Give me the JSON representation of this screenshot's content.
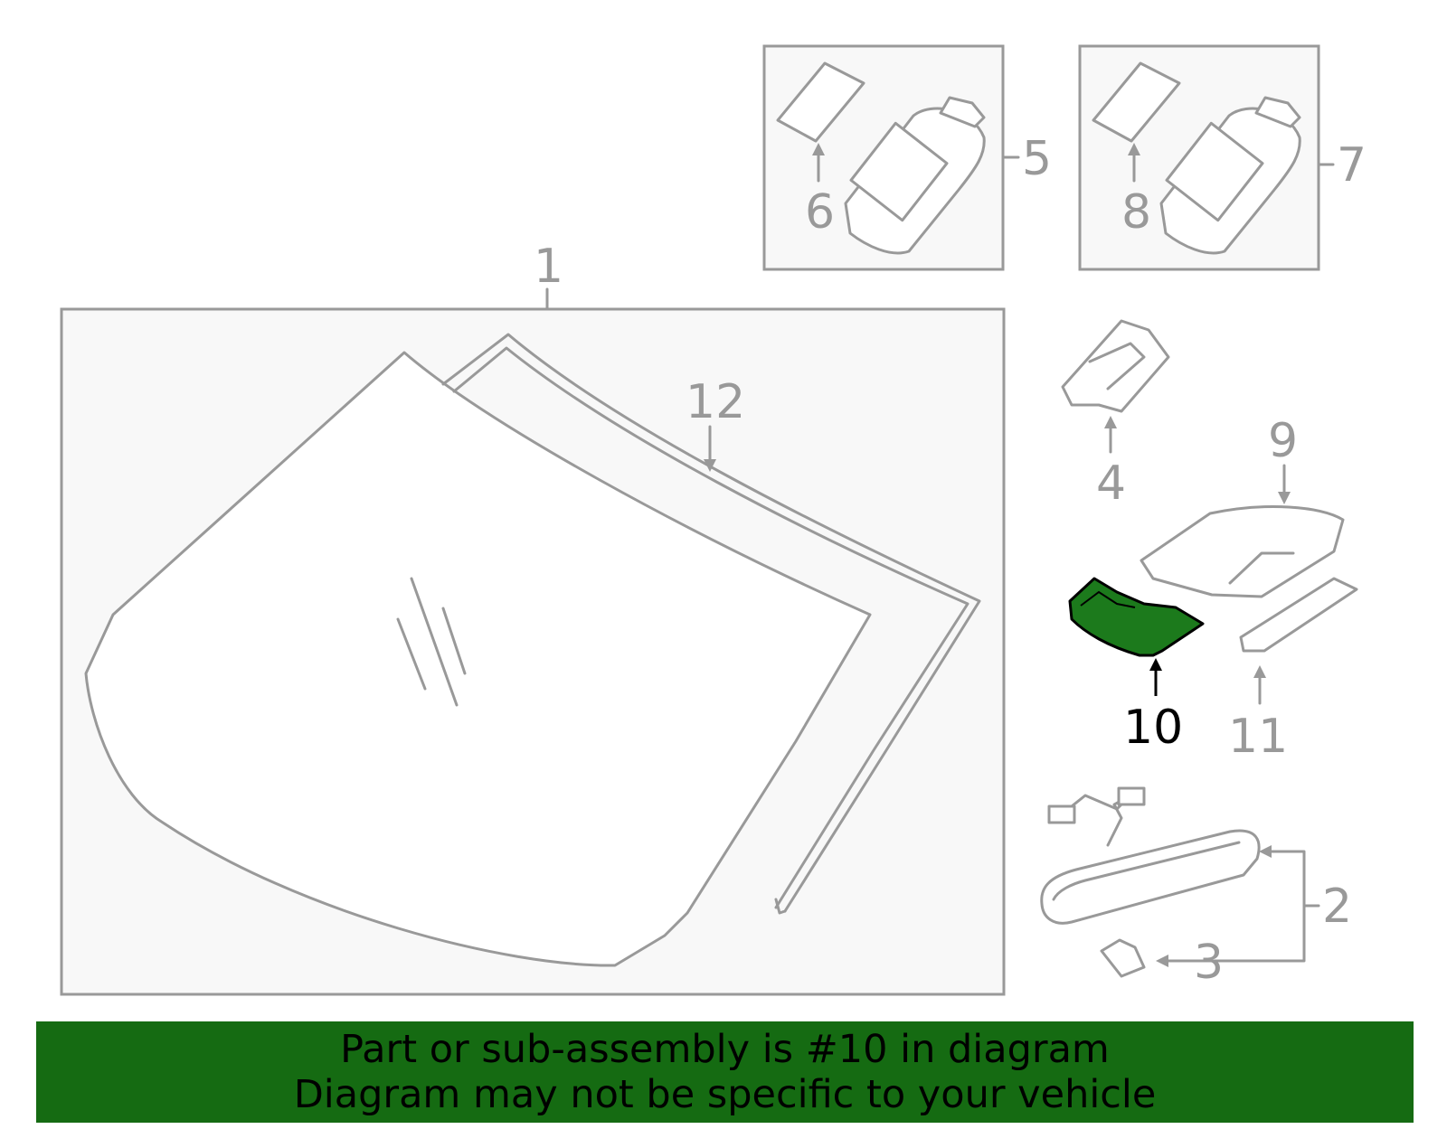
{
  "diagram": {
    "callouts": [
      {
        "id": "1",
        "label": "1",
        "highlight": false
      },
      {
        "id": "2",
        "label": "2",
        "highlight": false
      },
      {
        "id": "3",
        "label": "3",
        "highlight": false
      },
      {
        "id": "4",
        "label": "4",
        "highlight": false
      },
      {
        "id": "5",
        "label": "5",
        "highlight": false
      },
      {
        "id": "6",
        "label": "6",
        "highlight": false
      },
      {
        "id": "7",
        "label": "7",
        "highlight": false
      },
      {
        "id": "8",
        "label": "8",
        "highlight": false
      },
      {
        "id": "9",
        "label": "9",
        "highlight": false
      },
      {
        "id": "10",
        "label": "10",
        "highlight": true
      },
      {
        "id": "11",
        "label": "11",
        "highlight": false
      },
      {
        "id": "12",
        "label": "12",
        "highlight": false
      }
    ],
    "colors": {
      "line": "#999999",
      "box_fill": "#f8f8f8",
      "highlight_part": "#1c7a1c",
      "highlight_label": "#000000"
    }
  },
  "banner": {
    "line1": "Part or sub-assembly is #10 in diagram",
    "line2": "Diagram may not be specific to your vehicle",
    "color": "#156b12"
  }
}
